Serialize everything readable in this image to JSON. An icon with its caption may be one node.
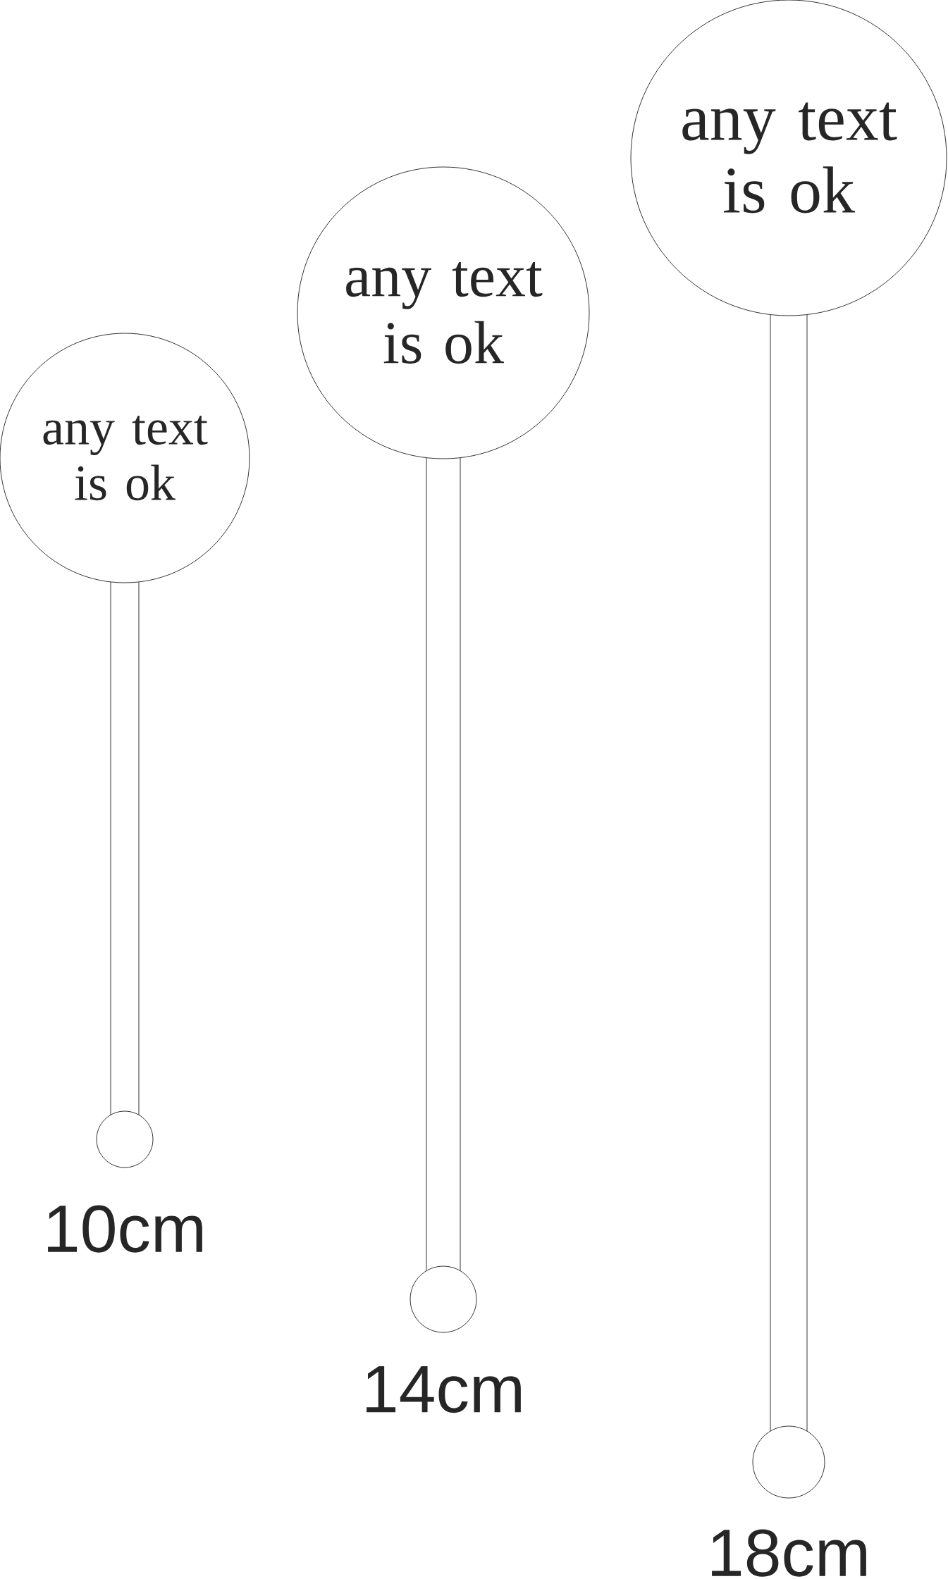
{
  "diagram": {
    "nodes": [
      {
        "text": [
          "any text is ok"
        ]
      },
      {
        "text": [
          "any text is ok"
        ]
      },
      {
        "text": [
          "any text is ok"
        ]
      }
    ],
    "labels": [
      "10cm",
      "14cm",
      "18cm"
    ]
  }
}
